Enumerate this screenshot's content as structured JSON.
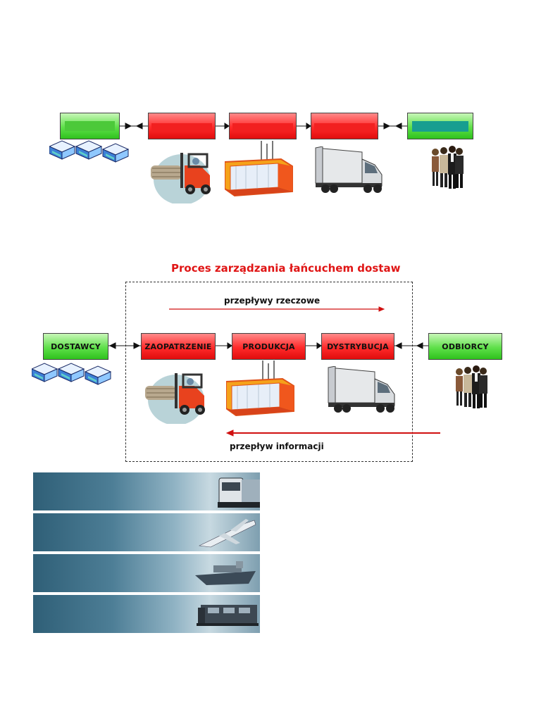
{
  "top_diagram": {
    "nodes": [
      {
        "id": "suppliers",
        "label": "",
        "fill": "green"
      },
      {
        "id": "procurement",
        "label": "",
        "fill": "red"
      },
      {
        "id": "production",
        "label": "",
        "fill": "red"
      },
      {
        "id": "distribution",
        "label": "",
        "fill": "red"
      },
      {
        "id": "customers",
        "label": "",
        "fill": "green"
      }
    ]
  },
  "main_diagram": {
    "title": "Proces zarządzania łańcuchem dostaw",
    "material_flow_label": "przepływy rzeczowe",
    "information_flow_label": "przepływ informacji",
    "nodes": [
      {
        "id": "suppliers",
        "label": "DOSTAWCY",
        "fill": "green"
      },
      {
        "id": "procurement",
        "label": "ZAOPATRZENIE",
        "fill": "red"
      },
      {
        "id": "production",
        "label": "PRODUKCJA",
        "fill": "red"
      },
      {
        "id": "distribution",
        "label": "DYSTRYBUCJA",
        "fill": "red"
      },
      {
        "id": "customers",
        "label": "ODBIORCY",
        "fill": "green"
      }
    ]
  },
  "illustrations": [
    "boxes-icon",
    "forklift-icon",
    "factory-icon",
    "truck-icon",
    "business-people-icon"
  ],
  "transport_strips": [
    "truck-photo",
    "airplane-photo",
    "ship-photo",
    "train-photo"
  ],
  "colors": {
    "accent_red": "#e01515",
    "node_green": "#3fd02a",
    "node_red": "#ff2020",
    "arrow_red": "#d01010"
  }
}
